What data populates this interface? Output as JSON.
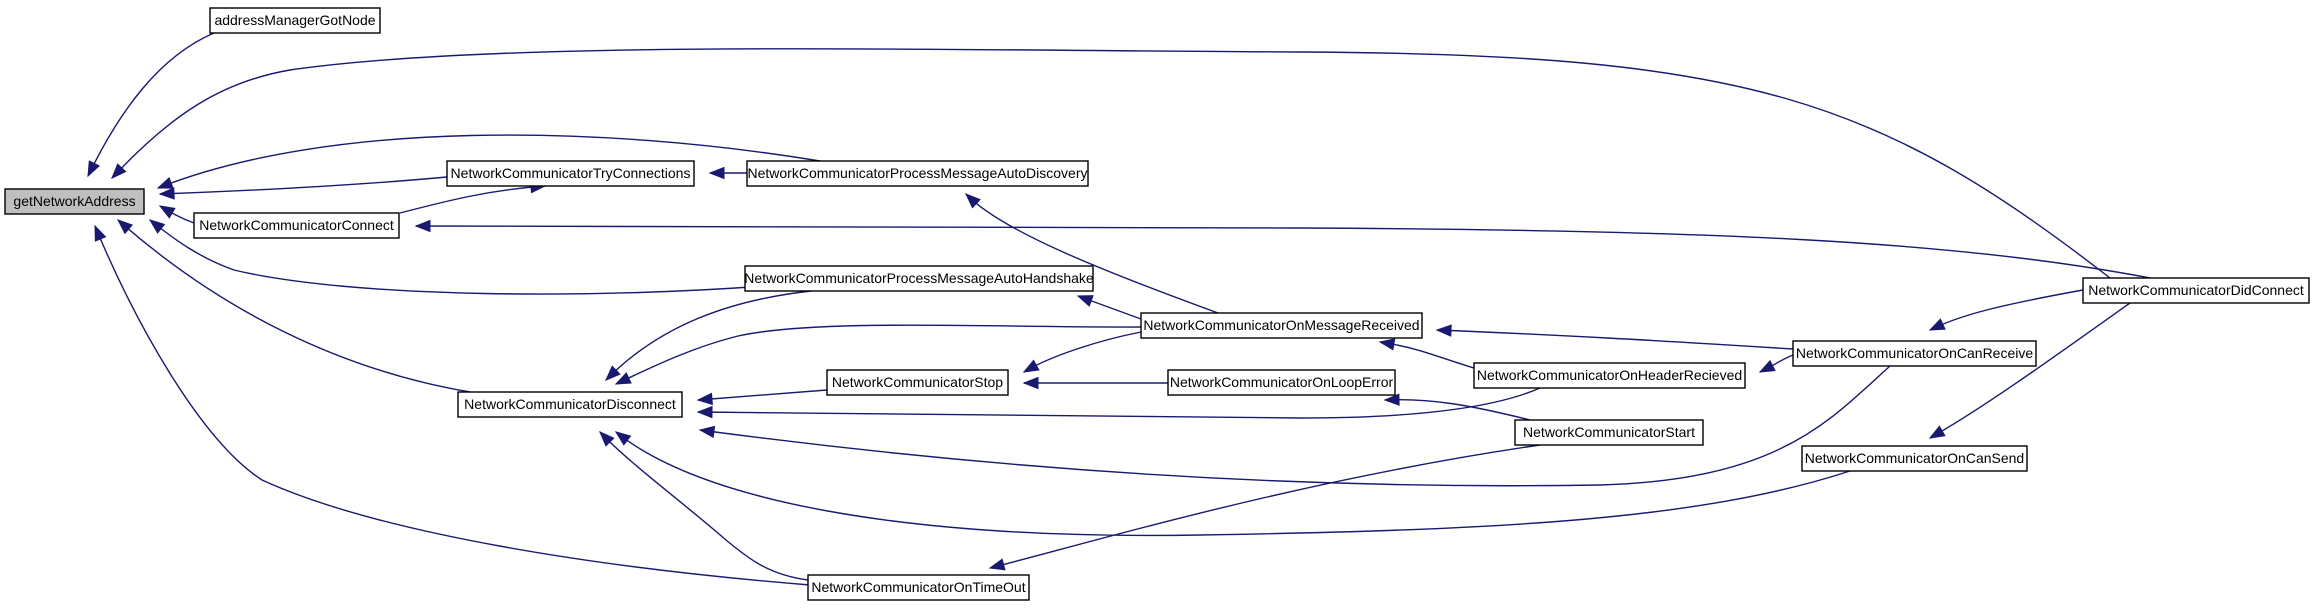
{
  "diagram": {
    "nodes": {
      "getNetworkAddress": "getNetworkAddress",
      "addressManagerGotNode": "addressManagerGotNode",
      "tryConnections": "NetworkCommunicatorTryConnections",
      "processAutoDiscovery": "NetworkCommunicatorProcessMessageAutoDiscovery",
      "connect": "NetworkCommunicatorConnect",
      "didConnect": "NetworkCommunicatorDidConnect",
      "processAutoHandshake": "NetworkCommunicatorProcessMessageAutoHandshake",
      "onMessageReceived": "NetworkCommunicatorOnMessageReceived",
      "onCanReceive": "NetworkCommunicatorOnCanReceive",
      "disconnect": "NetworkCommunicatorDisconnect",
      "stop": "NetworkCommunicatorStop",
      "onLoopError": "NetworkCommunicatorOnLoopError",
      "onHeaderRecieved": "NetworkCommunicatorOnHeaderRecieved",
      "start": "NetworkCommunicatorStart",
      "onCanSend": "NetworkCommunicatorOnCanSend",
      "onTimeOut": "NetworkCommunicatorOnTimeOut"
    },
    "edges": [
      {
        "from": "addressManagerGotNode",
        "to": "getNetworkAddress"
      },
      {
        "from": "didConnect",
        "to": "getNetworkAddress"
      },
      {
        "from": "processAutoDiscovery",
        "to": "getNetworkAddress"
      },
      {
        "from": "tryConnections",
        "to": "getNetworkAddress"
      },
      {
        "from": "connect",
        "to": "getNetworkAddress"
      },
      {
        "from": "processAutoHandshake",
        "to": "getNetworkAddress"
      },
      {
        "from": "disconnect",
        "to": "getNetworkAddress"
      },
      {
        "from": "onTimeOut",
        "to": "getNetworkAddress"
      },
      {
        "from": "processAutoDiscovery",
        "to": "tryConnections"
      },
      {
        "from": "connect",
        "to": "tryConnections"
      },
      {
        "from": "didConnect",
        "to": "connect"
      },
      {
        "from": "onMessageReceived",
        "to": "processAutoDiscovery"
      },
      {
        "from": "onMessageReceived",
        "to": "processAutoHandshake"
      },
      {
        "from": "processAutoHandshake",
        "to": "disconnect"
      },
      {
        "from": "onMessageReceived",
        "to": "disconnect"
      },
      {
        "from": "stop",
        "to": "disconnect"
      },
      {
        "from": "onHeaderRecieved",
        "to": "disconnect"
      },
      {
        "from": "onCanReceive",
        "to": "disconnect"
      },
      {
        "from": "onCanSend",
        "to": "disconnect"
      },
      {
        "from": "onTimeOut",
        "to": "disconnect"
      },
      {
        "from": "onMessageReceived",
        "to": "stop"
      },
      {
        "from": "onLoopError",
        "to": "stop"
      },
      {
        "from": "onCanReceive",
        "to": "onMessageReceived"
      },
      {
        "from": "onHeaderRecieved",
        "to": "onMessageReceived"
      },
      {
        "from": "start",
        "to": "onLoopError"
      },
      {
        "from": "onCanReceive",
        "to": "onHeaderRecieved"
      },
      {
        "from": "didConnect",
        "to": "onCanReceive"
      },
      {
        "from": "didConnect",
        "to": "onCanSend"
      },
      {
        "from": "start",
        "to": "onTimeOut"
      }
    ]
  }
}
